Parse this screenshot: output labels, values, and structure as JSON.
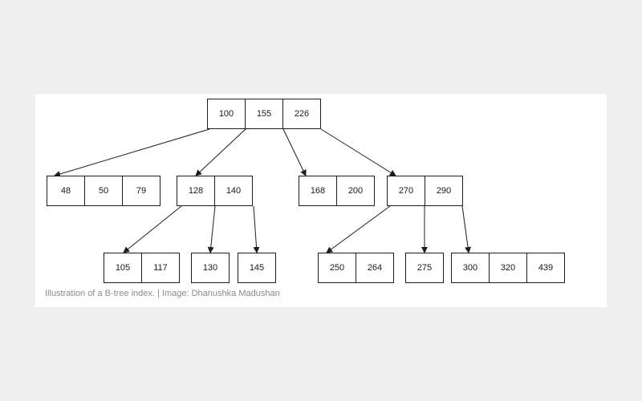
{
  "diagram": {
    "nodes": [
      {
        "id": "root",
        "keys": [
          "100",
          "155",
          "226"
        ]
      },
      {
        "id": "n-48",
        "keys": [
          "48",
          "50",
          "79"
        ]
      },
      {
        "id": "n-128",
        "keys": [
          "128",
          "140"
        ]
      },
      {
        "id": "n-168",
        "keys": [
          "168",
          "200"
        ]
      },
      {
        "id": "n-270",
        "keys": [
          "270",
          "290"
        ]
      },
      {
        "id": "n-105",
        "keys": [
          "105",
          "117"
        ]
      },
      {
        "id": "n-130",
        "keys": [
          "130"
        ]
      },
      {
        "id": "n-145",
        "keys": [
          "145"
        ]
      },
      {
        "id": "n-250",
        "keys": [
          "250",
          "264"
        ]
      },
      {
        "id": "n-275",
        "keys": [
          "275"
        ]
      },
      {
        "id": "n-300",
        "keys": [
          "300",
          "320",
          "439"
        ]
      }
    ],
    "edges": [
      {
        "from": "root",
        "to": "n-48"
      },
      {
        "from": "root",
        "to": "n-128"
      },
      {
        "from": "root",
        "to": "n-168"
      },
      {
        "from": "root",
        "to": "n-270"
      },
      {
        "from": "n-128",
        "to": "n-105"
      },
      {
        "from": "n-128",
        "to": "n-130"
      },
      {
        "from": "n-128",
        "to": "n-145"
      },
      {
        "from": "n-270",
        "to": "n-250"
      },
      {
        "from": "n-270",
        "to": "n-275"
      },
      {
        "from": "n-270",
        "to": "n-300"
      }
    ],
    "colors": {
      "line": "#1c1c1c",
      "card": "#ffffff",
      "background": "#efefef",
      "caption": "#8a8a8a"
    }
  },
  "caption": "Illustration of a B-tree index. | Image: Dhanushka Madushan"
}
